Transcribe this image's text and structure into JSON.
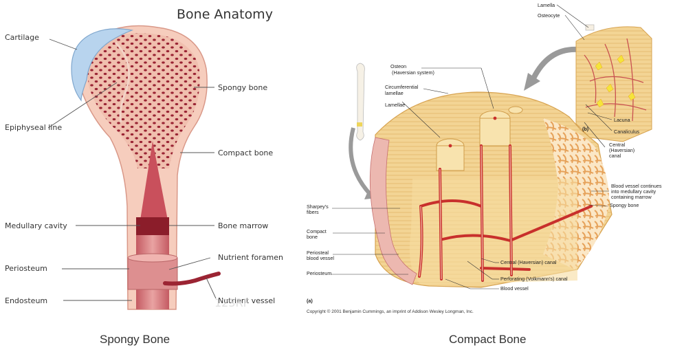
{
  "left_panel": {
    "title": "Bone Anatomy",
    "labels": {
      "cartilage": "Cartilage",
      "epiphyseal_line": "Epiphyseal line",
      "medullary_cavity": "Medullary cavity",
      "periosteum": "Periosteum",
      "endosteum": "Endosteum",
      "spongy_bone": "Spongy bone",
      "compact_bone": "Compact bone",
      "bone_marrow": "Bone marrow",
      "nutrient_foramen": "Nutrient foramen",
      "nutrient_vessel": "Nutrient vessel"
    },
    "watermark": "123RF",
    "caption": "Spongy Bone"
  },
  "right_panel": {
    "labels": {
      "lamella": "Lamella",
      "osteocyte": "Osteocyte",
      "osteon_1": "Osteon",
      "osteon_2": "(Haversian system)",
      "circumferential_1": "Circumferential",
      "circumferential_2": "lamellae",
      "lamellae": "Lamellae",
      "lacuna": "Lacuna",
      "canaliculus": "Canaliculus",
      "central_1": "Central",
      "central_2": "(Haversian)",
      "central_3": "canal",
      "panel_b": "(b)",
      "blood_vessel_cont_1": "Blood vessel continues",
      "blood_vessel_cont_2": "into medullary cavity",
      "blood_vessel_cont_3": "containing marrow",
      "spongy_bone": "Spongy bone",
      "sharpeys_1": "Sharpey's",
      "sharpeys_2": "fibers",
      "compact_1": "Compact",
      "compact_2": "bone",
      "periosteal_1": "Periosteal",
      "periosteal_2": "blood vessel",
      "periosteum": "Periosteum",
      "central_haversian_canal": "Central (Haversian) canal",
      "perforating_canal": "Perforating (Volkmann's) canal",
      "blood_vessel": "Blood vessel",
      "panel_a": "(a)",
      "copyright": "Copyright © 2001 Benjamin Cummings, an imprint of Addison Wesley Longman, Inc."
    },
    "caption": "Compact Bone"
  },
  "colors": {
    "bone_pink": "#f4c9b8",
    "marrow_red": "#a8283a",
    "cartilage_blue": "#b8d4ee",
    "compact_tan": "#f2d28e",
    "vessel_red": "#c8302c"
  }
}
